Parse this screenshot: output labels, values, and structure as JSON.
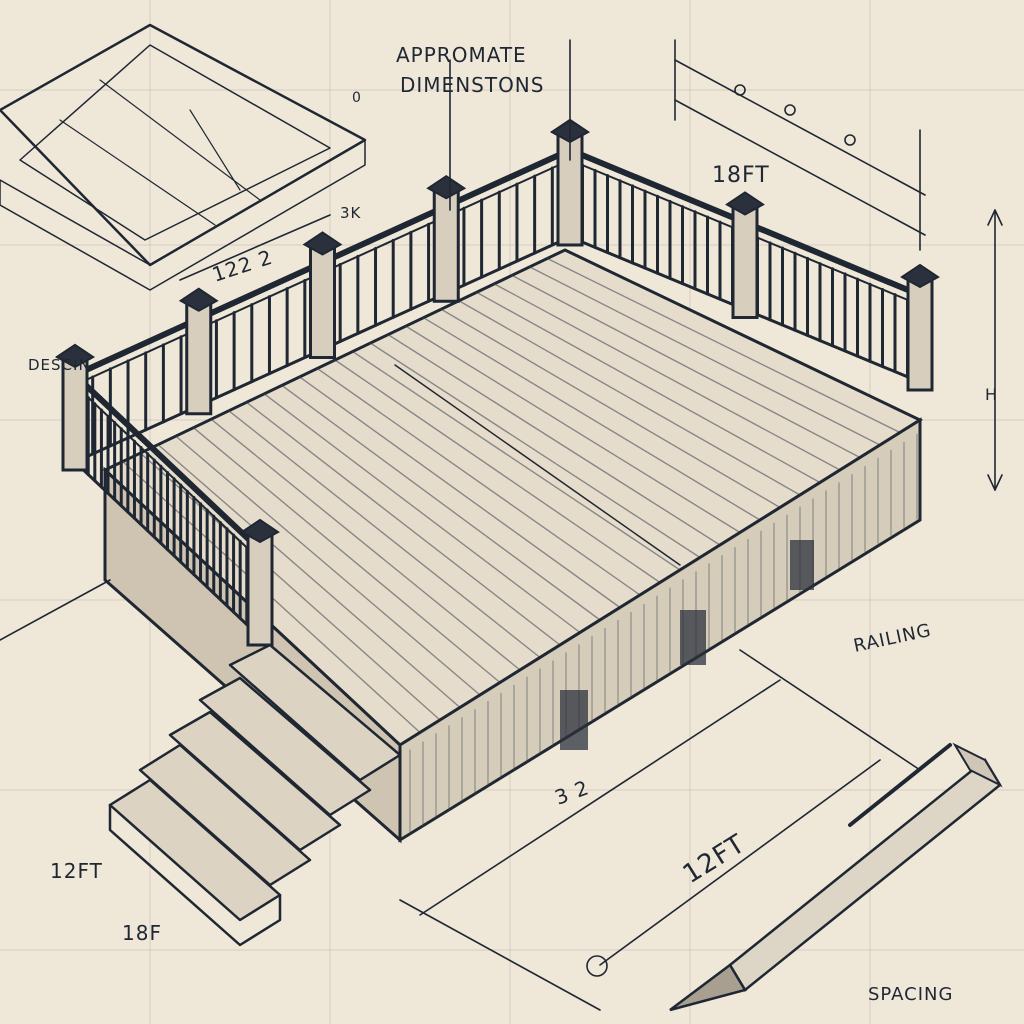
{
  "labels": {
    "header_line1": "APPROMATE",
    "header_line2": "DIMENSTONS",
    "design": "DESCIN",
    "top_dim": "18FT",
    "left_dim": "122 2",
    "small_dim": "3K",
    "height": "H",
    "railing": "RAILING",
    "mid_dim": "3 2",
    "front_dim": "12FT",
    "stairs_dim": "12FT",
    "stairs_dim2": "18F",
    "spacing": "SPACING",
    "zero_mark": "0"
  },
  "colors": {
    "paper": "#efe7d8",
    "ink": "#1f2733"
  }
}
